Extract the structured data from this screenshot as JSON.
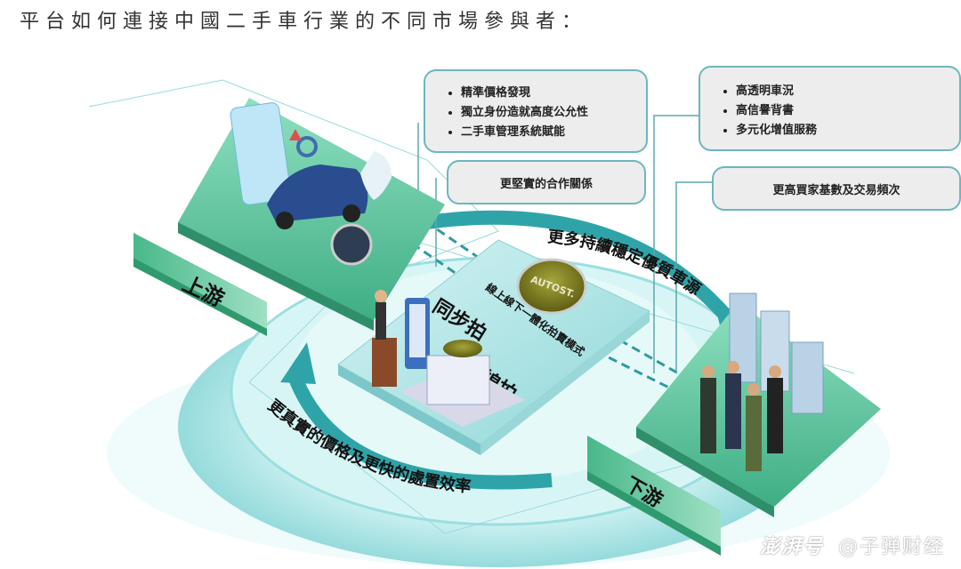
{
  "title": "平台如何連接中國二手車行業的不同市場參與者：",
  "upstream_benefits": [
    "精準價格發現",
    "獨立身份造就高度公允性",
    "二手車管理系統賦能"
  ],
  "upstream_partnership": "更堅實的合作關係",
  "downstream_benefits": [
    "高透明車況",
    "高信譽背書",
    "多元化增值服務"
  ],
  "downstream_buyers": "更高買家基數及交易頻次",
  "upstream_label": "上游",
  "downstream_label": "下游",
  "center": {
    "brand": "AUTOST.",
    "mode": "線上線下一體化拍賣模式",
    "auction_line1": "同步拍",
    "auction_plus": "+",
    "auction_line2": "在線拍"
  },
  "flow_top": "更多持續穩定優質車源",
  "flow_bottom": "更真實的價格及更快的處置效率",
  "watermark": {
    "logo": "澎湃号",
    "account": "@子弹财经"
  },
  "colors": {
    "teal": "#3fb3b5",
    "green": "#4dbf8f",
    "box_border": "#6cb7bd",
    "brand": "#7a7a1e"
  }
}
